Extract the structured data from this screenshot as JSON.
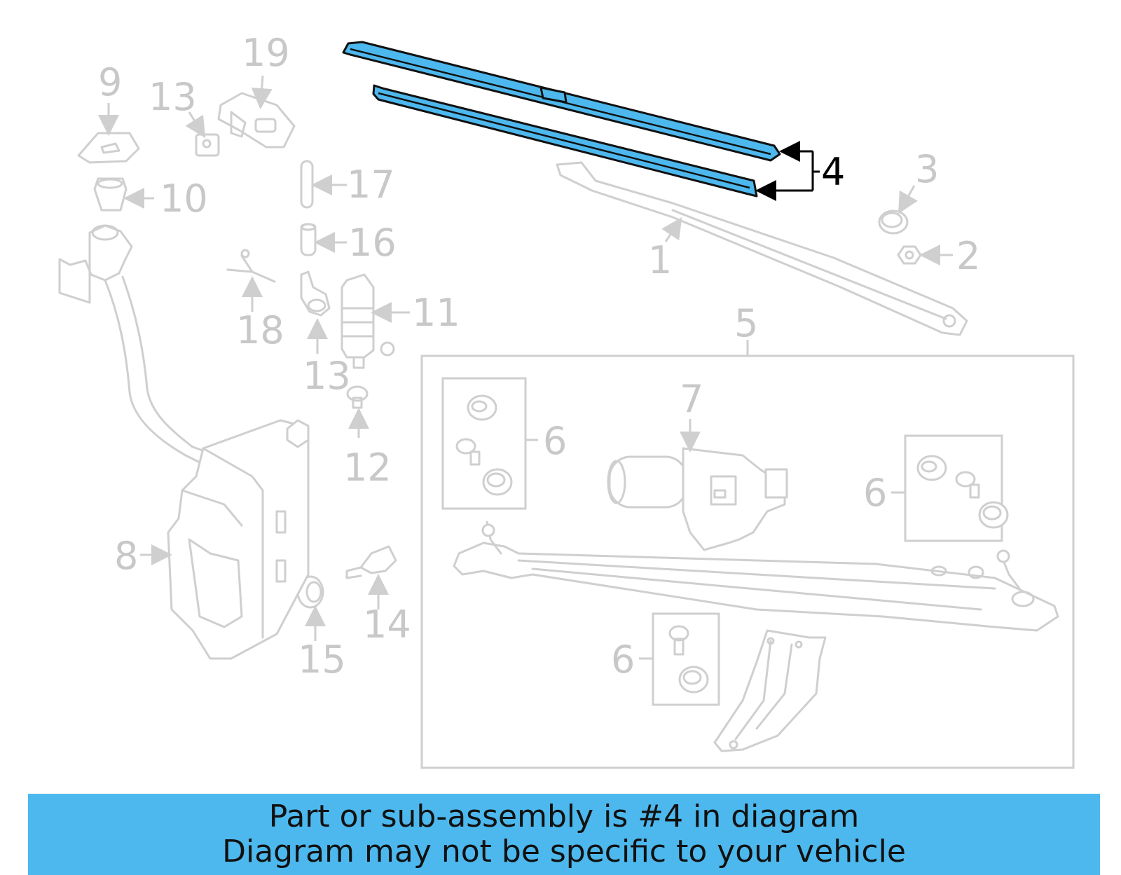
{
  "highlight_color": "#4db8ee",
  "callouts": {
    "c1": "1",
    "c2": "2",
    "c3": "3",
    "c4": "4",
    "c5": "5",
    "c6a": "6",
    "c6b": "6",
    "c6c": "6",
    "c7": "7",
    "c8": "8",
    "c9": "9",
    "c10": "10",
    "c11": "11",
    "c12": "12",
    "c13a": "13",
    "c13b": "13",
    "c14": "14",
    "c15": "15",
    "c16": "16",
    "c17": "17",
    "c18": "18",
    "c19": "19"
  },
  "banner": {
    "line1": "Part or sub-assembly is #4 in diagram",
    "line2": "Diagram may not be specific to your vehicle"
  }
}
